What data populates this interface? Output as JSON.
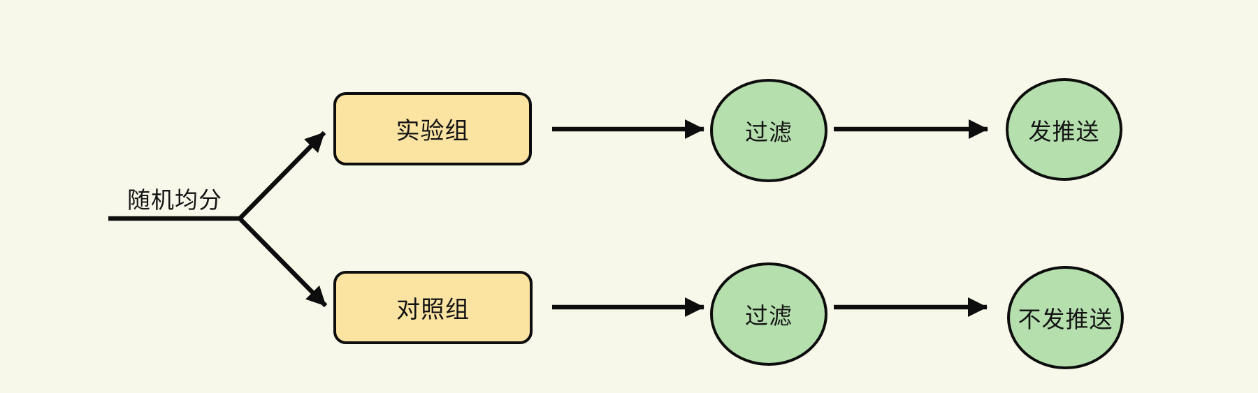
{
  "canvas": {
    "background": "#F8F8EA",
    "stroke": "#0D0D0D",
    "text_color": "#141414"
  },
  "flow": {
    "split_label": "随机均分",
    "nodes": {
      "experiment": {
        "label": "实验组",
        "shape": "rounded-rect",
        "fill": "#FBE3A2"
      },
      "control": {
        "label": "对照组",
        "shape": "rounded-rect",
        "fill": "#FBE3A2"
      },
      "filter_top": {
        "label": "过滤",
        "shape": "ellipse",
        "fill": "#B5E0AE"
      },
      "filter_bottom": {
        "label": "过滤",
        "shape": "ellipse",
        "fill": "#B5E0AE"
      },
      "send_push": {
        "label": "发推送",
        "shape": "ellipse",
        "fill": "#B5E0AE"
      },
      "no_push": {
        "label": "不发推送",
        "shape": "ellipse",
        "fill": "#B5E0AE"
      }
    }
  }
}
